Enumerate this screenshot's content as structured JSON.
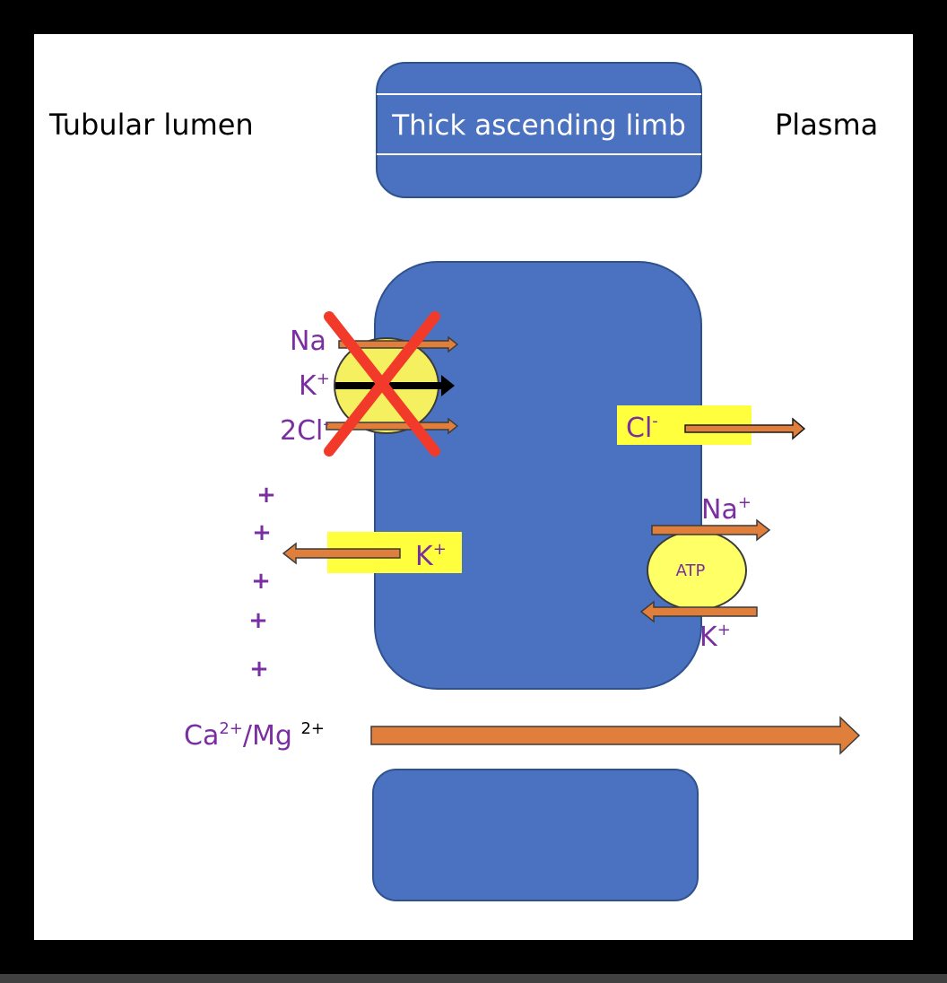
{
  "labels": {
    "lumen": "Tubular lumen",
    "segment": "Thick ascending limb",
    "plasma": "Plasma"
  },
  "cotransporter": {
    "na": "Na",
    "k": "K",
    "k_sup": "+",
    "cl": "2Cl",
    "cl_sup": "-"
  },
  "k_channel": {
    "ion": "K",
    "sup": "+"
  },
  "cl_channel": {
    "ion": "Cl",
    "sup": "-"
  },
  "pump": {
    "label": "ATP",
    "na": "Na",
    "na_sup": "+",
    "k": "K",
    "k_sup": "+"
  },
  "charges": [
    "+",
    "+",
    "+",
    "+",
    "+"
  ],
  "paracellular": {
    "ca": "Ca",
    "ca_sup": "2+",
    "mg": "/Mg ",
    "mg_sup": "2+"
  },
  "colors": {
    "cell": "#4a72c0",
    "cell_stroke": "#2f528f",
    "arrow": "#e07f3c",
    "highlight": "#ffff3d",
    "ion_text": "#7a2fa0",
    "cross": "#f23a2a",
    "pump": "#ffff66",
    "cotransporter": "#f5f060"
  }
}
